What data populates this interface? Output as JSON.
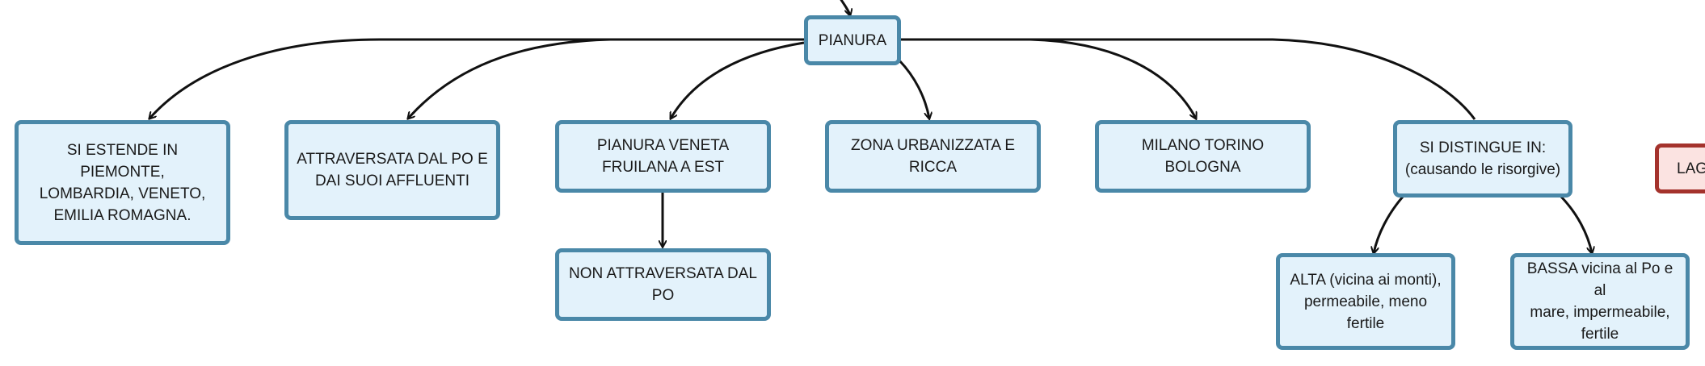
{
  "diagram": {
    "nodes": {
      "pianura": "PIANURA",
      "estende": "SI ESTENDE IN PIEMONTE,\nLOMBARDIA, VENETO,\nEMILIA ROMAGNA.",
      "attraversata": "ATTRAVERSATA DAL PO E\nDAI SUOI AFFLUENTI",
      "veneta": "PIANURA VENETA\nFRUILANA A EST",
      "non_attraversata": "NON ATTRAVERSATA DAL\nPO",
      "urbanizzata": "ZONA URBANIZZATA E\nRICCA",
      "citta": "MILANO TORINO BOLOGNA",
      "distingue": "SI DISTINGUE IN:\n(causando le risorgive)",
      "alta": "ALTA (vicina ai monti),\npermeabile, meno\nfertile",
      "bassa": "BASSA vicina al Po e al\nmare, impermeabile,\nfertile",
      "lag": "LAG"
    },
    "colors": {
      "node_border": "#4a88a8",
      "node_fill": "#e3f2fb",
      "alt_border": "#a4322c",
      "alt_fill": "#fbe3e1",
      "line": "#111111"
    }
  }
}
